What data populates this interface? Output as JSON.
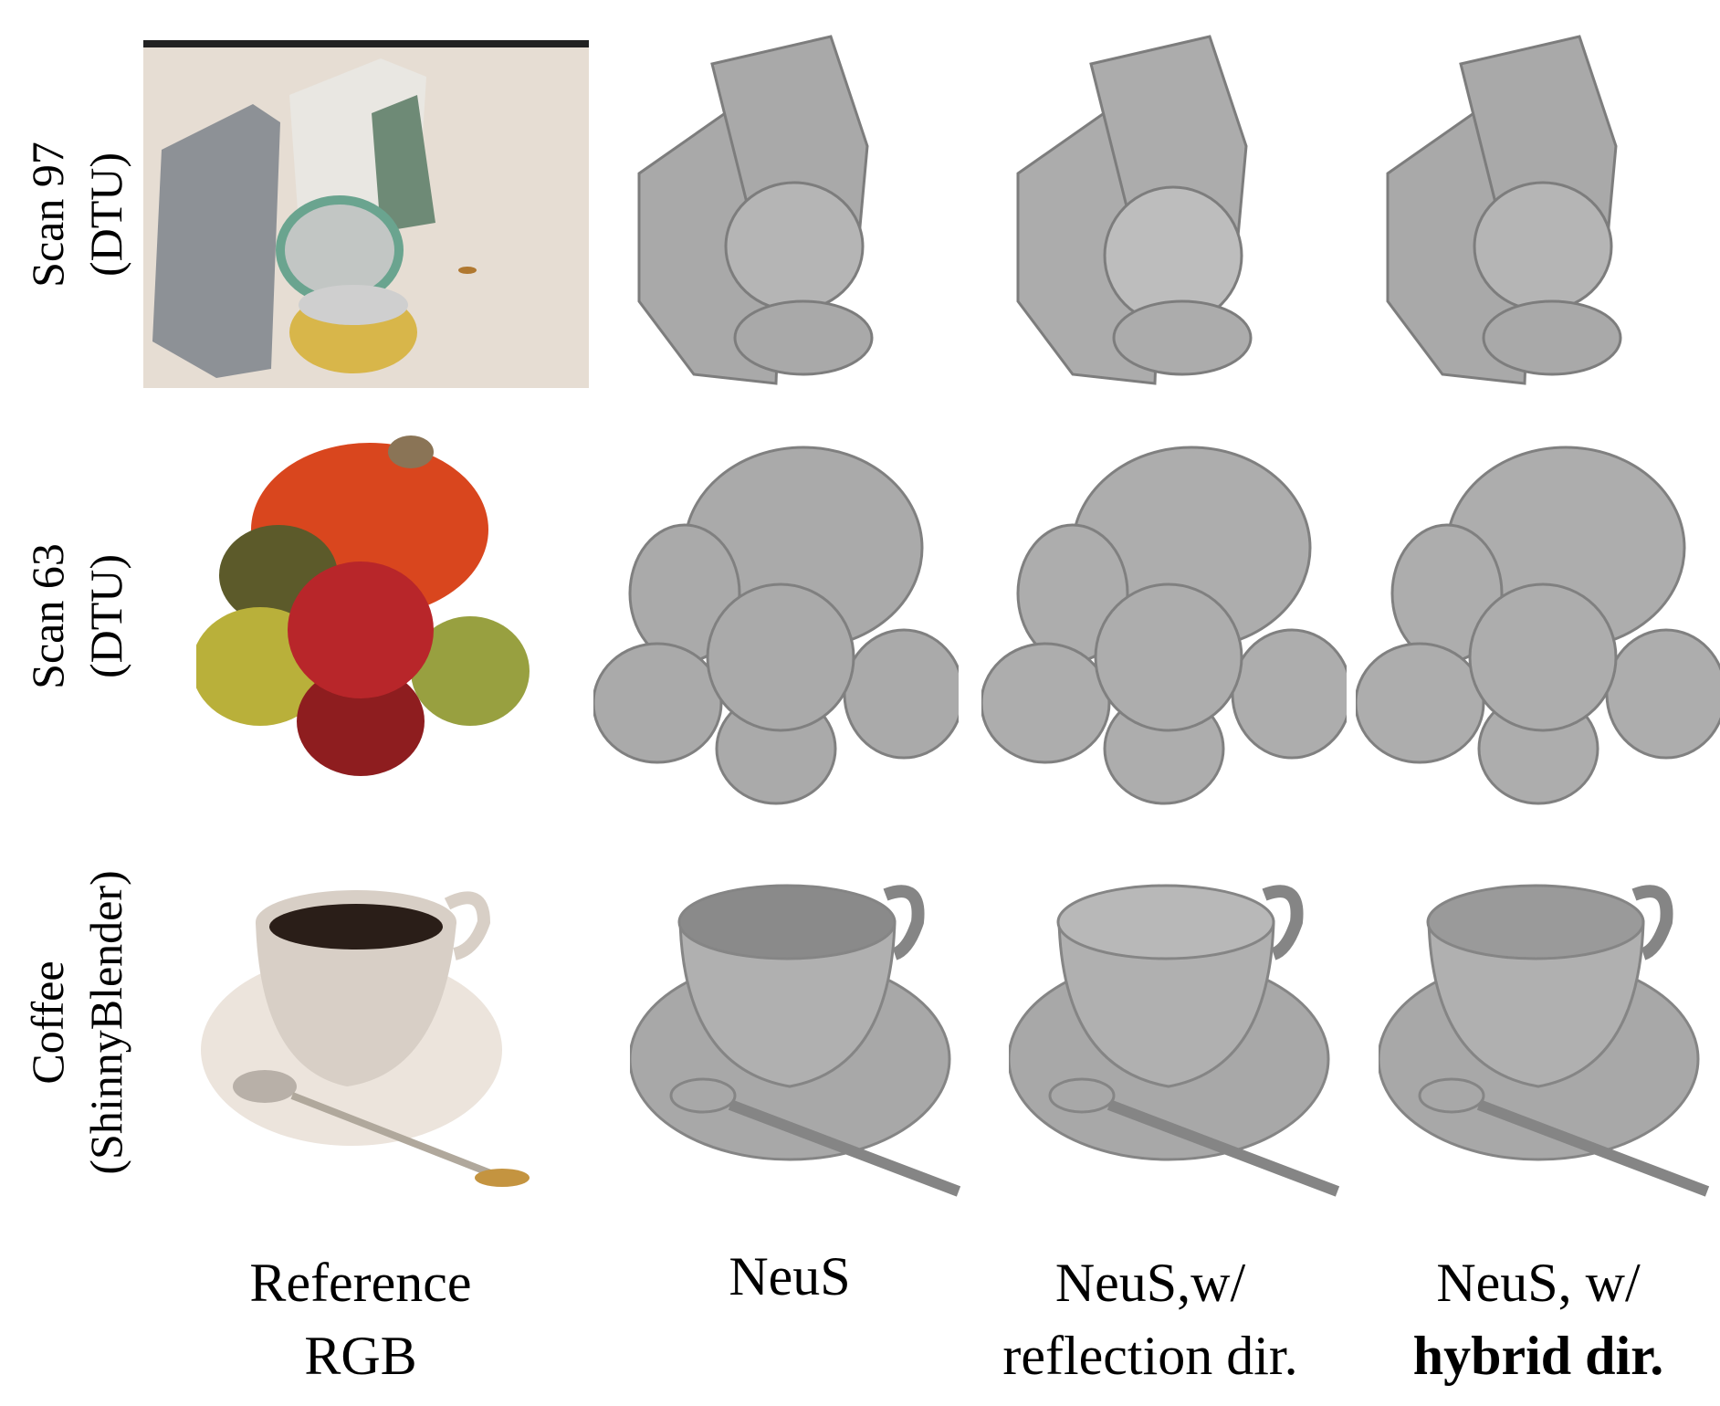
{
  "rows": [
    {
      "name": "Scan 97",
      "dataset": "(DTU)"
    },
    {
      "name": "Scan 63",
      "dataset": "(DTU)"
    },
    {
      "name": "Coffee",
      "dataset": "(ShinnyBlender)"
    }
  ],
  "columns": [
    {
      "line1": "Reference",
      "line2": "RGB"
    },
    {
      "line1": "NeuS",
      "line2": ""
    },
    {
      "line1": "NeuS,w/",
      "line2": "reflection dir."
    },
    {
      "line1": "NeuS, w/",
      "line2": "hybrid dir."
    }
  ],
  "colors": {
    "mesh": "#a9a9a9",
    "mesh_shadow": "#7d7d7d",
    "pumpkin": "#d9461e",
    "apple": "#b8262a",
    "pear": "#5c5a2a",
    "coffee": "#2a1e18",
    "cup": "#d8cfc6"
  }
}
